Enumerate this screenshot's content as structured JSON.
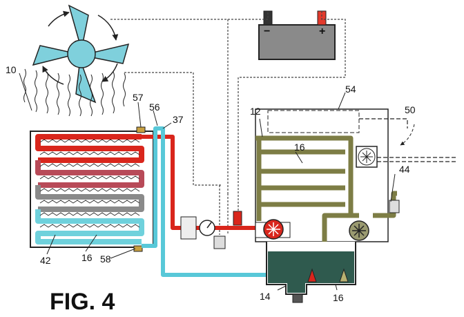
{
  "figure_title": "FIG. 4",
  "battery": {
    "neg_sign": "−",
    "pos_sign": "+"
  },
  "labels": {
    "l10": "10",
    "l57": "57",
    "l56": "56",
    "l37": "37",
    "l12": "12",
    "l54": "54",
    "l50": "50",
    "l16_top": "16",
    "l44": "44",
    "l42": "42",
    "l16_bottom": "16",
    "l58": "58",
    "l14": "14",
    "l16_tank": "16"
  },
  "colors": {
    "hot_line": "#d9261c",
    "cool_line": "#58c8d8",
    "radiator_top": "#d9261c",
    "radiator_mid": "#b84a58",
    "radiator_grey": "#8a8a8a",
    "radiator_bottom": "#6fd1dc",
    "engine_channel": "#7d7d45",
    "fan_blade": "#7fd0dc",
    "battery_body": "#8a8a8a",
    "battery_pos": "#e33a2c",
    "tank_fluid": "#2f5a4e"
  }
}
